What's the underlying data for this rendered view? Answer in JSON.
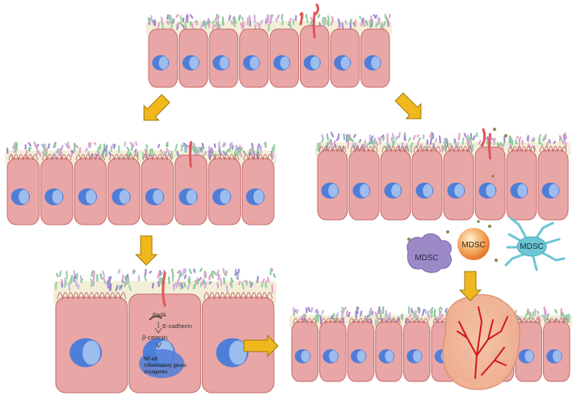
{
  "colors": {
    "cell_fill": "#e9a6a6",
    "cell_stroke": "#c56a6a",
    "nucleus_fill": "#4f7ed8",
    "nucleus_inner": "#a9c8f2",
    "mucus": "#f2efd6",
    "microbe_purple": "#a08ad0",
    "microbe_green": "#88c898",
    "microbe_pink": "#e6a2c8",
    "bacterium_red": "#e0575a",
    "arrow_fill": "#f1b81d",
    "arrow_stroke": "#a07a08",
    "tumor_fill": "#f2b89a",
    "vessel": "#d41818",
    "mdsc_purple": "#9c8ac7",
    "mdsc_orange": "#ef8a3c",
    "mdsc_teal": "#6cc6d6"
  },
  "labels": {
    "fada": "FadA",
    "e_cadherin": "E-cadherin",
    "beta_catenin": "β-catenin",
    "nf_kb": "NF-κB",
    "inflammatory_genes": "Inflammatory genes",
    "oncogenes": "oncogenes",
    "mdsc_1": "MDSC",
    "mdsc_2": "MDSC",
    "mdsc_3": "MDSC"
  },
  "panels": {
    "top": {
      "cells": 8,
      "invading_cell": 6
    },
    "middle_left": {
      "cells": 8,
      "invading_cell": 6
    },
    "middle_right": {
      "cells": 8,
      "invading_cell": 6
    },
    "bottom_left": {
      "cells": 3,
      "invading_cell": 2
    },
    "bottom_right": {
      "cells": 10,
      "tumor": true
    }
  }
}
